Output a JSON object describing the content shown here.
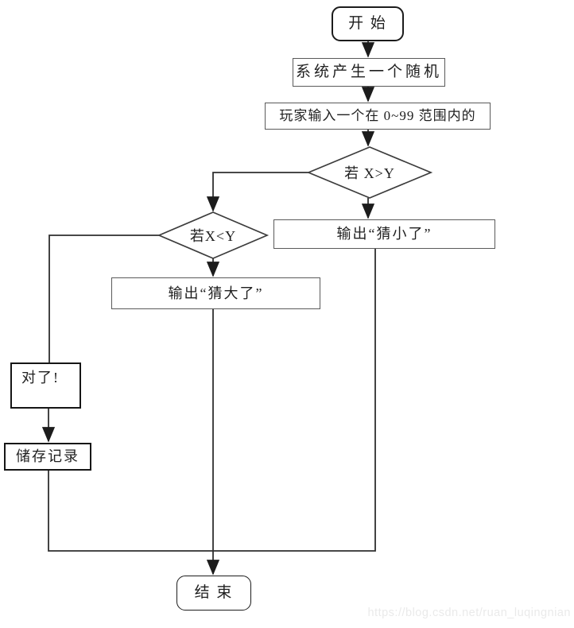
{
  "flowchart": {
    "title": "guess-number-game-flowchart",
    "nodes": {
      "start": {
        "label": "开  始",
        "type": "terminal"
      },
      "generate": {
        "label": "系统产生一个随机",
        "type": "process"
      },
      "input": {
        "label": "玩家输入一个在 0~99 范围内的",
        "type": "process"
      },
      "check_greater": {
        "label": "若 X>Y",
        "type": "decision"
      },
      "check_less": {
        "label": "若X<Y",
        "type": "decision"
      },
      "output_small": {
        "label": "输出“猜小了”",
        "type": "process"
      },
      "output_big": {
        "label": "输出“猜大了”",
        "type": "process"
      },
      "correct": {
        "label": "对了!",
        "type": "process"
      },
      "save": {
        "label": "储存记录",
        "type": "process"
      },
      "end": {
        "label": "结  束",
        "type": "terminal"
      }
    },
    "colors": {
      "line": "#2f2f2f",
      "shape_border": "#3c3c3c",
      "text": "#1f1f1f",
      "background": "#ffffff"
    }
  },
  "watermark": {
    "text": "https://blog.csdn.net/ruan_luqingnian",
    "color": "#eaeaea"
  }
}
